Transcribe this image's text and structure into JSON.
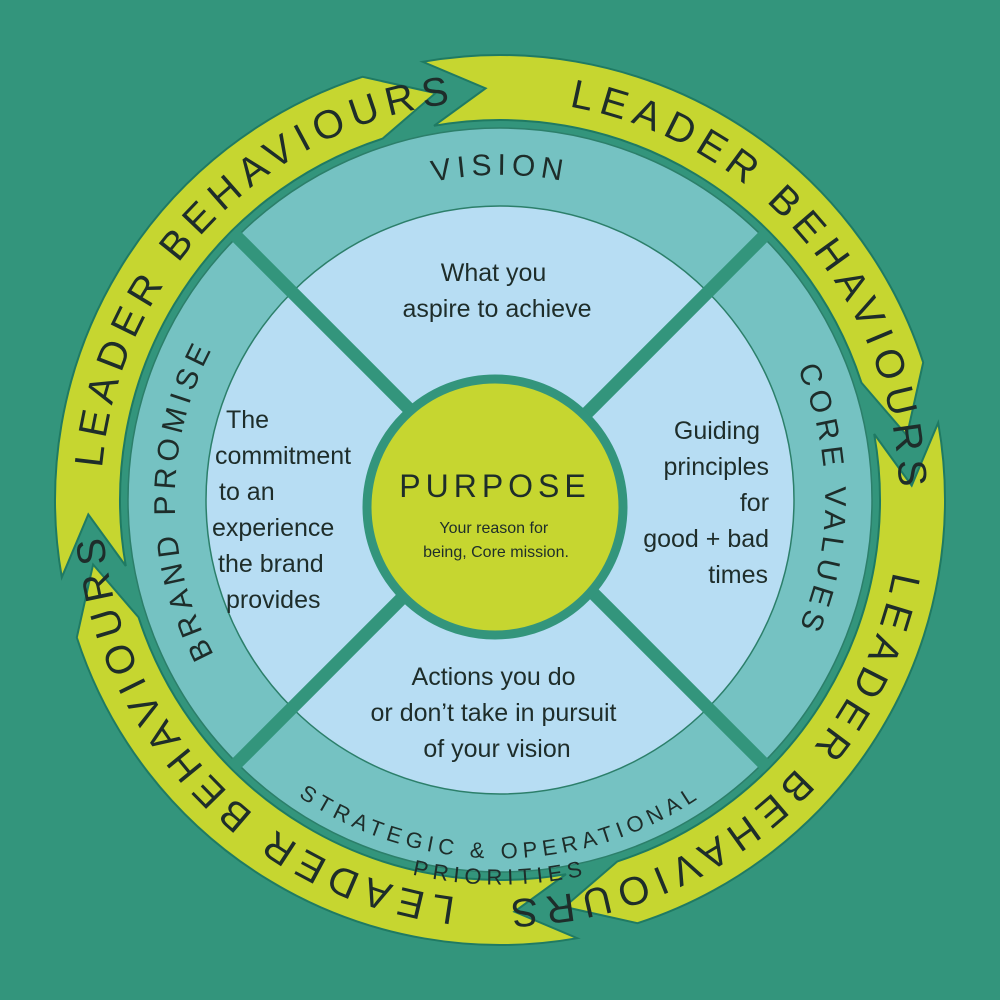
{
  "colors": {
    "background": "#33957c",
    "arrow": "#c6d630",
    "arrow_stroke": "#1f7a63",
    "band": "#75c2c2",
    "quadrant": "#b7ddf3",
    "divider": "#33957c",
    "center": "#c6d630"
  },
  "outer_ring": {
    "arrows": [
      {
        "label": "LEADER BEHAVIOURS"
      },
      {
        "label": "LEADER BEHAVIOURS"
      },
      {
        "label": "LEADER BEHAVIOURS"
      },
      {
        "label": "LEADER BEHAVIOURS"
      }
    ]
  },
  "bands": {
    "vision": "VISION",
    "core_values": "CORE VALUES",
    "strategic_line1": "STRATEGIC & OPERATIONAL",
    "strategic_line2": "PRIORITIES",
    "brand_promise": "BRAND PROMISE"
  },
  "quadrants": {
    "vision": [
      "What you",
      "aspire to achieve"
    ],
    "core_values": [
      "Guiding",
      "principles",
      "for",
      "good + bad",
      "times"
    ],
    "priorities": [
      "Actions you do",
      "or don’t take in pursuit",
      "of your vision"
    ],
    "brand_promise": [
      "The",
      "commitment",
      "to an",
      "experience",
      "the brand",
      "provides"
    ]
  },
  "center": {
    "title": "PURPOSE",
    "subtitle_line1": "Your reason for",
    "subtitle_line2": "being, Core mission."
  }
}
